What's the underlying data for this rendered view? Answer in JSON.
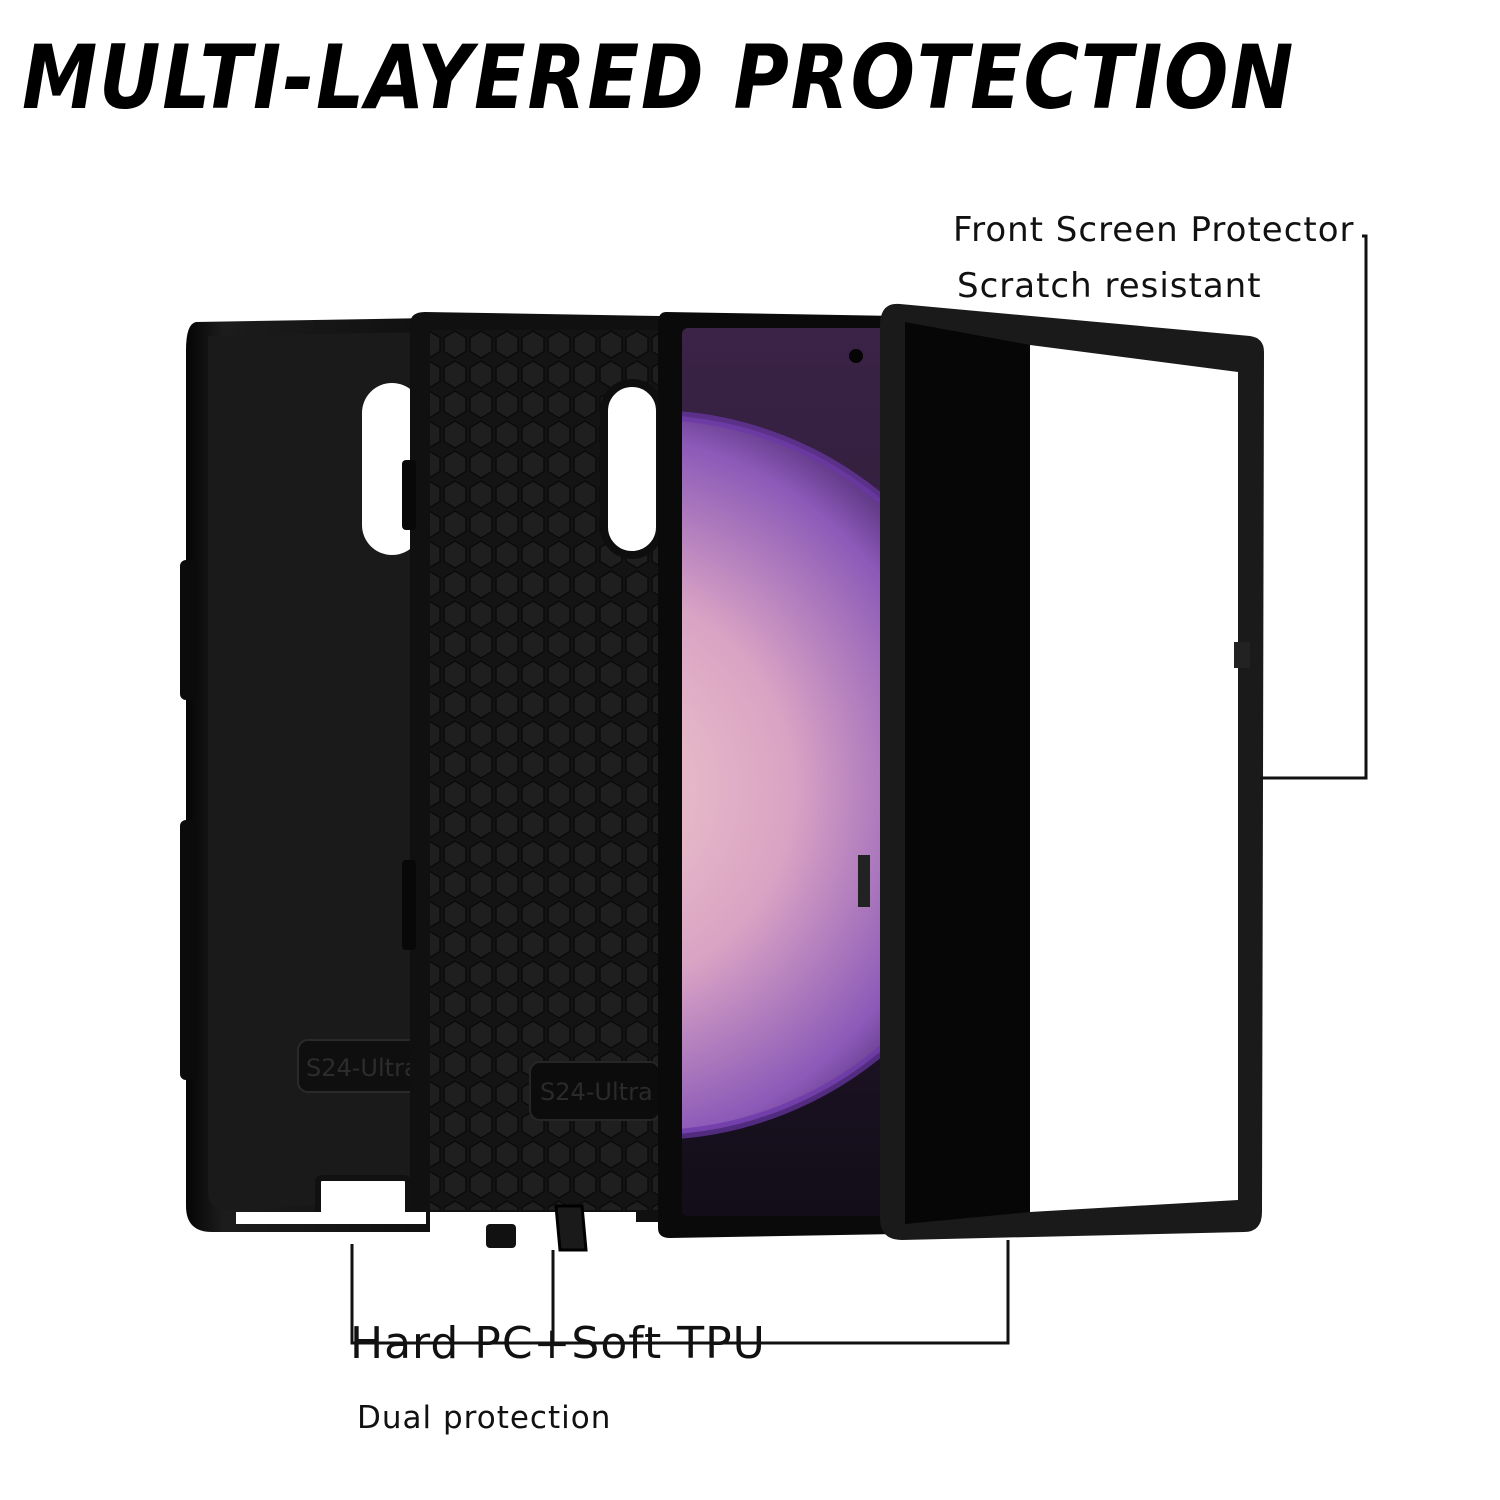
{
  "headline": "MULTI-LAYERED PROTECTION",
  "callouts": {
    "front_title": "Front Screen Protector",
    "front_subtitle": "Scratch resistant",
    "shell_title": "Hard PC+Soft TPU",
    "shell_subtitle": "Dual protection"
  },
  "emboss_text": "S24-Ultra",
  "colors": {
    "background": "#ffffff",
    "case_black": "#151515",
    "leader_line": "#111111",
    "screen_purple": "#8a4fb0"
  },
  "icons": [
    "hard-shell-layer",
    "tpu-honeycomb-layer",
    "phone-screen",
    "front-frame-layer"
  ]
}
